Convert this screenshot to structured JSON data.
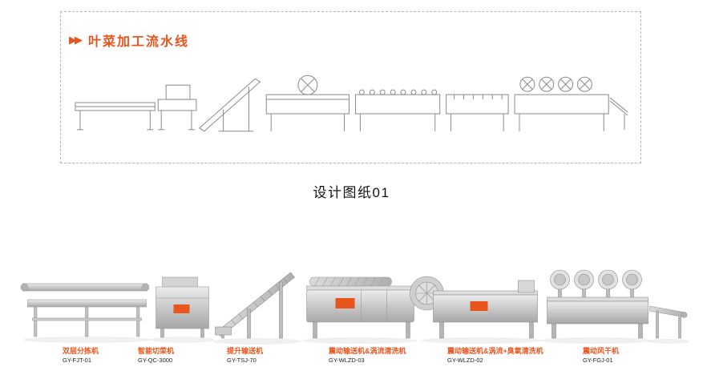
{
  "header": {
    "marker": "▶▶",
    "title": "叶菜加工流水线"
  },
  "caption": "设计图纸01",
  "machines": [
    {
      "name": "双层分拣机",
      "model": "GY-FJT-01"
    },
    {
      "name": "智能切菜机",
      "model": "GY-QC-3000"
    },
    {
      "name": "提升输送机",
      "model": "GY-TSJ-70"
    },
    {
      "name": "震动输送机&涡流清洗机",
      "model": "GY-WLZD-03"
    },
    {
      "name": "震动输送机&涡流+臭氧清洗机",
      "model": "GY-WLZD-02"
    },
    {
      "name": "震动风干机",
      "model": "GY-FGJ-01"
    }
  ],
  "icons": {
    "title_marker": "double-play-triangles"
  },
  "colors": {
    "accent": "#e8551d",
    "model_text": "#222222",
    "line_drawing": "#8a8a8a"
  }
}
